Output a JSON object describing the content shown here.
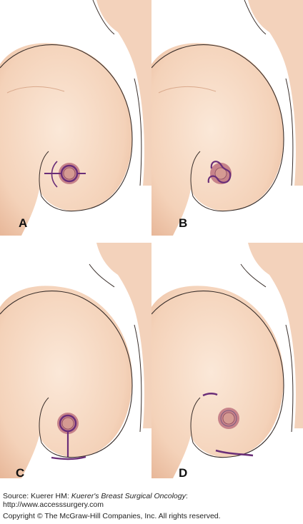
{
  "panels": [
    {
      "label": "A",
      "incision": "periareolar-with-radial-extensions"
    },
    {
      "label": "B",
      "incision": "omega-periareolar"
    },
    {
      "label": "C",
      "incision": "vertical-inframammary-t"
    },
    {
      "label": "D",
      "incision": "inframammary-fold"
    }
  ],
  "colors": {
    "skin": "#f7dcc6",
    "skin_shadow": "#eebfa2",
    "outline": "#3a2f2b",
    "areola": "#b96a74",
    "nipple": "#c98a86",
    "incision": "#6a2e78"
  },
  "caption": {
    "source_prefix": "Source: Kuerer HM: ",
    "source_title": "Kuerer's Breast Surgical Oncology",
    "source_suffix": ":",
    "url": "http://www.accesssurgery.com",
    "copyright": "Copyright © The McGraw-Hill Companies, Inc. All rights reserved."
  }
}
